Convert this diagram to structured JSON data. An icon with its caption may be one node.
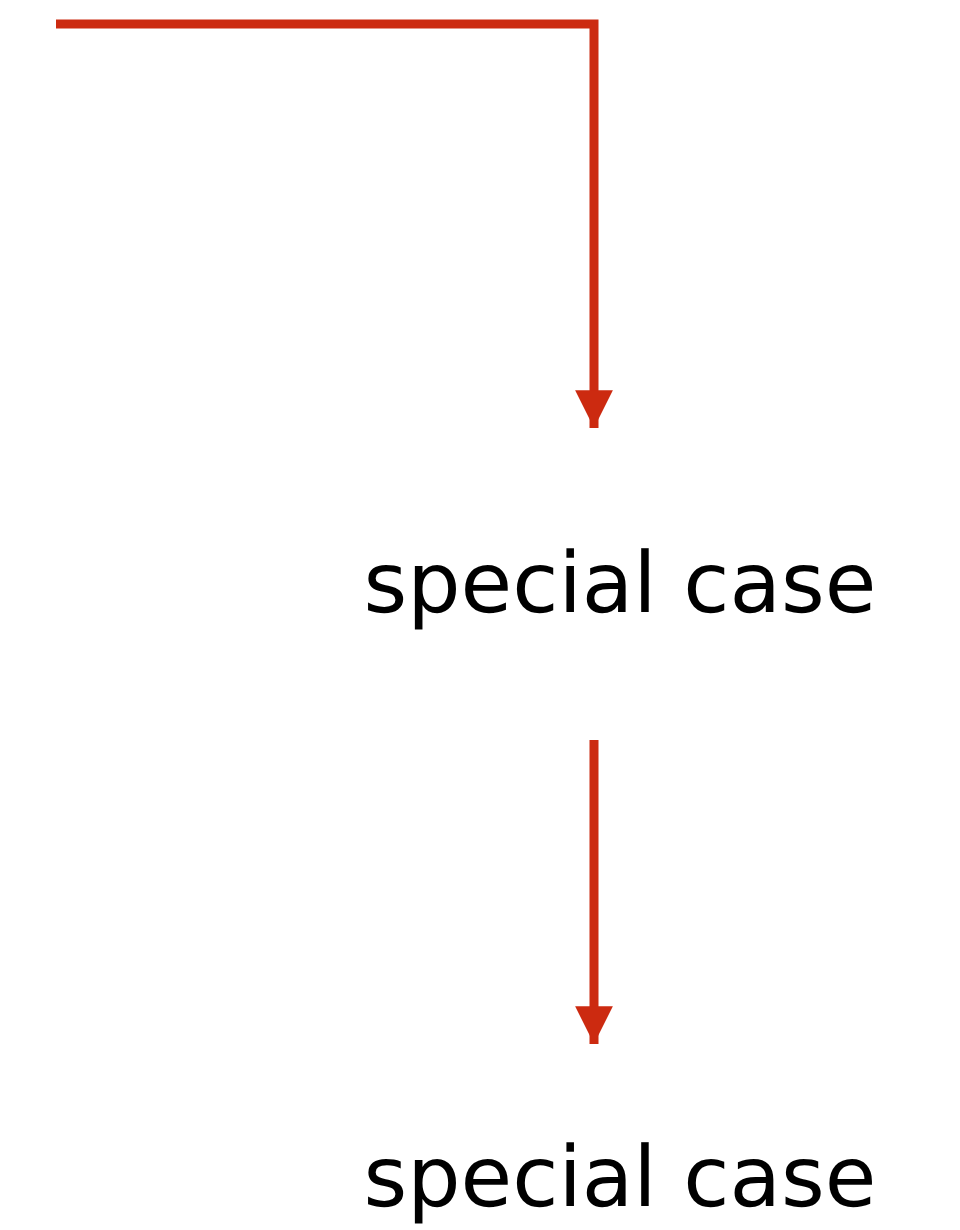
{
  "diagram": {
    "nodes": [
      {
        "text": [
          "special case"
        ]
      },
      {
        "text": [
          "special case"
        ]
      }
    ],
    "edges": [
      {
        "from": null,
        "to": 0,
        "arrow": "to",
        "color": "#cc2a10"
      },
      {
        "from": 0,
        "to": 1,
        "arrow": "to",
        "color": "#cc2a10"
      }
    ]
  }
}
